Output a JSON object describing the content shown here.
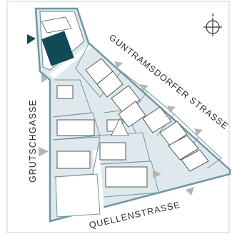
{
  "map": {
    "streets": {
      "guntramsdorfer": "GUNTRAMSDORFER STRASSE",
      "grutschgasse": "GRUTSCHGASSE",
      "quellenstrasse": "QUELLENSTRASSE"
    },
    "compass": {
      "north_label": "N"
    },
    "colors": {
      "block_fill": "#dfe9ed",
      "block_outline": "#6f97a3",
      "street_fill": "#ffffff",
      "building_fill": "#ffffff",
      "building_stroke": "#555555",
      "highlight_building": "#0f4a55",
      "marker": "#0f4a55",
      "arrow": "#b5b5b5",
      "frame": "#dfe9ed"
    }
  }
}
